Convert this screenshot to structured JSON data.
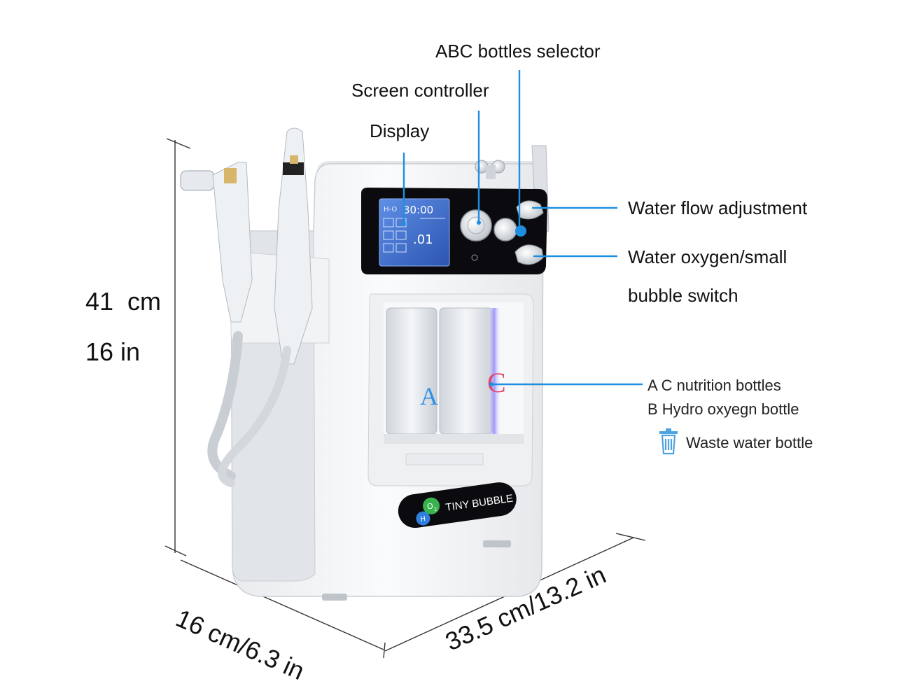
{
  "callouts": {
    "abc_selector": "ABC bottles selector",
    "screen_controller": "Screen controller",
    "display": "Display",
    "water_flow": "Water flow adjustment",
    "water_oxygen_line1": "Water oxygen/small",
    "water_oxygen_line2": "bubble switch",
    "ac_nutrition": "A C nutrition bottles",
    "b_hydro": "B Hydro oxyegn bottle",
    "waste_water": "Waste water bottle"
  },
  "dimensions": {
    "height_cm": "41  cm",
    "height_in": "16 in",
    "depth": "16 cm/6.3 in",
    "width": "33.5 cm/13.2 in"
  },
  "device": {
    "brand_label": "TINY BUBBLE",
    "h_label": "H",
    "o2_label": "O",
    "o2_sub": "2",
    "screen_timer": "30:00",
    "screen_value": ".01",
    "bottle_a": "A",
    "bottle_c": "C"
  },
  "colors": {
    "accent_blue": "#1E8FE0",
    "screen_blue": "#3E6FCC",
    "panel_black": "#0b0b0f",
    "body_white": "#f4f5f6",
    "icon_blue": "#4FA3E0"
  },
  "icons": [
    "trash-icon"
  ]
}
